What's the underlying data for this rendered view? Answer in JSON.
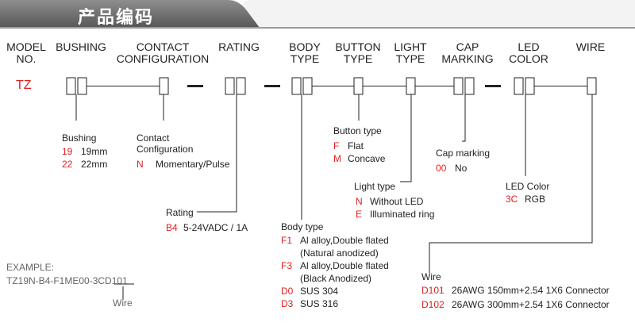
{
  "banner": {
    "title": "产品编码"
  },
  "headers": {
    "model_no": [
      "MODEL",
      "NO."
    ],
    "bushing": [
      "BUSHING"
    ],
    "contact": [
      "CONTACT",
      "CONFIGURATION"
    ],
    "rating": [
      "RATING"
    ],
    "body": [
      "BODY",
      "TYPE"
    ],
    "button": [
      "BUTTON",
      "TYPE"
    ],
    "light": [
      "LIGHT",
      "TYPE"
    ],
    "cap": [
      "CAP",
      "MARKING"
    ],
    "led": [
      "LED",
      "COLOR"
    ],
    "wire": [
      "WIRE"
    ]
  },
  "model_code": "TZ",
  "groups": {
    "bushing": {
      "title": "Bushing",
      "options": [
        {
          "code": "19",
          "desc": "19mm"
        },
        {
          "code": "22",
          "desc": "22mm"
        }
      ]
    },
    "contact": {
      "title": [
        "Contact",
        "Configuration"
      ],
      "options": [
        {
          "code": "N",
          "desc": "Momentary/Pulse"
        }
      ]
    },
    "button": {
      "title": "Button type",
      "options": [
        {
          "code": "F",
          "desc": "Flat"
        },
        {
          "code": "M",
          "desc": "Concave"
        }
      ]
    },
    "cap": {
      "title": "Cap marking",
      "options": [
        {
          "code": "00",
          "desc": "No"
        }
      ]
    },
    "light": {
      "title": "Light type",
      "options": [
        {
          "code": "N",
          "desc": "Without LED"
        },
        {
          "code": "E",
          "desc": "Illuminated ring"
        }
      ]
    },
    "led": {
      "title": "LED Color",
      "options": [
        {
          "code": "3C",
          "desc": "RGB"
        }
      ]
    },
    "rating": {
      "title": "Rating",
      "options": [
        {
          "code": "B4",
          "desc": "5-24VADC / 1A"
        }
      ]
    },
    "body": {
      "title": "Body type",
      "options": [
        {
          "code": "F1",
          "desc": "Al alloy,Double flated"
        },
        {
          "code": "",
          "desc": "(Natural anodized)"
        },
        {
          "code": "F3",
          "desc": "Al alloy,Double flated"
        },
        {
          "code": "",
          "desc": "(Black Anodized)"
        },
        {
          "code": "D0",
          "desc": "SUS 304"
        },
        {
          "code": "D3",
          "desc": "SUS 316"
        }
      ]
    },
    "wire": {
      "title": "Wire",
      "options": [
        {
          "code": "D101",
          "desc": "26AWG 150mm+2.54 1X6 Connector"
        },
        {
          "code": "D102",
          "desc": "26AWG 300mm+2.54 1X6 Connector"
        }
      ]
    }
  },
  "example": {
    "label": "EXAMPLE:",
    "code_prefix": "TZ19N-B4-F1ME00-3C",
    "code_suffix": "D101",
    "pointer_label": "Wire"
  }
}
